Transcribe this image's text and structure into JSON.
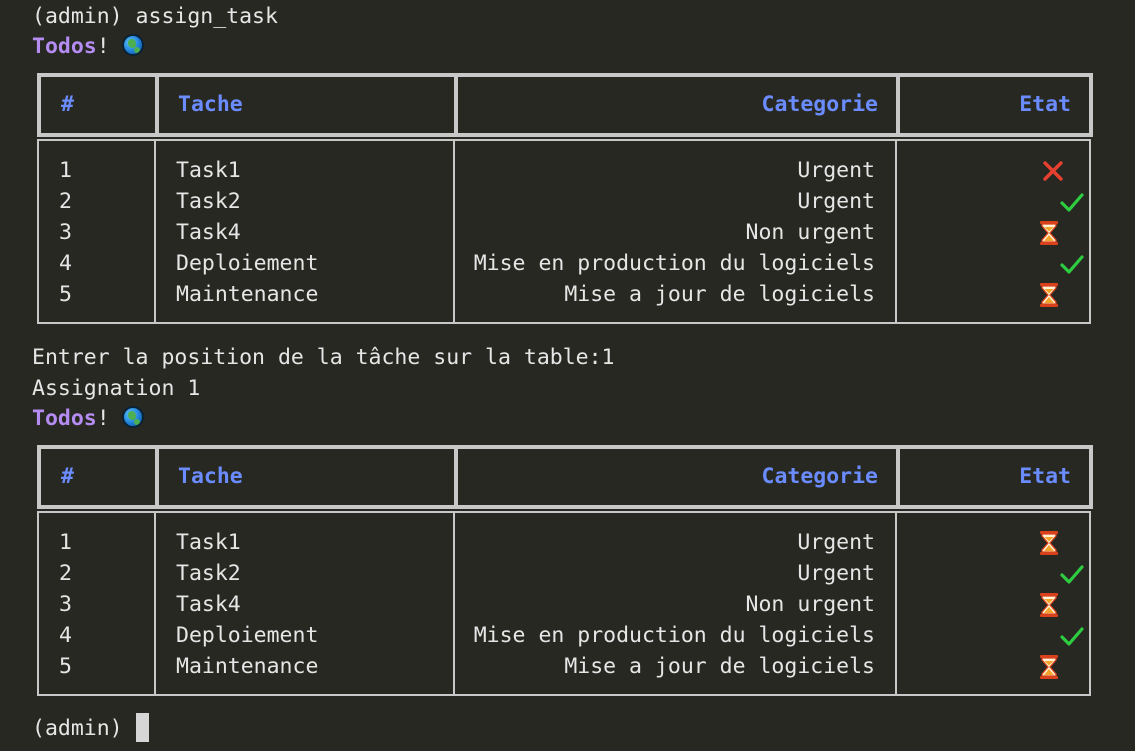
{
  "command_line": "(admin) assign_task",
  "title_word": "Todos",
  "title_punct": "!",
  "globe_icon": "globe-icon",
  "columns": [
    "#",
    "Tache",
    "Categorie",
    "Etat"
  ],
  "table1": {
    "rows": [
      {
        "num": "1",
        "tache": "Task1",
        "categorie": "Urgent",
        "etat": "cross-icon"
      },
      {
        "num": "2",
        "tache": "Task2",
        "categorie": "Urgent",
        "etat": "check-icon"
      },
      {
        "num": "3",
        "tache": "Task4",
        "categorie": "Non urgent",
        "etat": "hourglass-icon"
      },
      {
        "num": "4",
        "tache": "Deploiement",
        "categorie": "Mise en production du logiciels",
        "etat": "check-icon"
      },
      {
        "num": "5",
        "tache": "Maintenance",
        "categorie": "Mise a jour de logiciels",
        "etat": "hourglass-icon"
      }
    ]
  },
  "prompt_line": "Entrer la position de la tâche sur la table:1",
  "assign_line": "Assignation 1",
  "table2": {
    "rows": [
      {
        "num": "1",
        "tache": "Task1",
        "categorie": "Urgent",
        "etat": "hourglass-icon"
      },
      {
        "num": "2",
        "tache": "Task2",
        "categorie": "Urgent",
        "etat": "check-icon"
      },
      {
        "num": "3",
        "tache": "Task4",
        "categorie": "Non urgent",
        "etat": "hourglass-icon"
      },
      {
        "num": "4",
        "tache": "Deploiement",
        "categorie": "Mise en production du logiciels",
        "etat": "check-icon"
      },
      {
        "num": "5",
        "tache": "Maintenance",
        "categorie": "Mise a jour de logiciels",
        "etat": "hourglass-icon"
      }
    ]
  },
  "final_prompt": "(admin) ",
  "colors": {
    "background": "#272822",
    "text": "#e6e6e6",
    "todos": "#b48cf2",
    "header": "#6b8cff",
    "border": "#c8c8c8",
    "cross": "#e8402f",
    "check": "#2ecc40",
    "hourglass_frame": "#d9401c",
    "hourglass_glass": "#fff2d6",
    "hourglass_sand": "#f2a52a"
  }
}
